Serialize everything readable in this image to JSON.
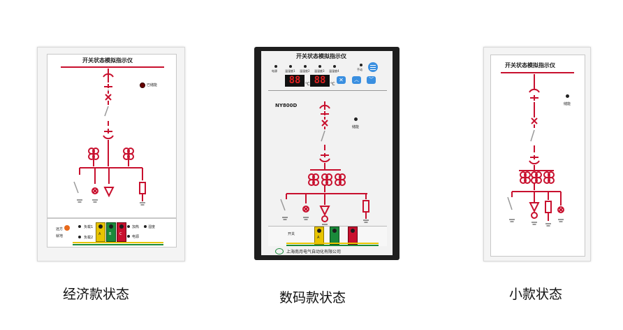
{
  "captions": {
    "economy": "经济款状态",
    "digital": "数码款状态",
    "small": "小款状态"
  },
  "device_title": "开关状态模拟指示仪",
  "economy": {
    "storage_label": "已储能",
    "remote_label": "远方",
    "local_label": "就地",
    "load1_label": "负载1",
    "load2_label": "负载2",
    "phase_a": "A",
    "phase_b": "B",
    "phase_c": "C",
    "heater_label": "加热",
    "power_label": "电源",
    "humidity_label": "湿度"
  },
  "digital": {
    "model": "NY800D",
    "storage_label": "储能",
    "indicator_labels": [
      "电源",
      "温湿度1",
      "温湿度2",
      "温湿度3",
      "温湿度4"
    ],
    "manual_label": "手动",
    "temp1": "88",
    "temp2": "88",
    "unit1": "℃",
    "unit2": "℃",
    "button_icons": [
      "wrench-icon",
      "up-arrow-icon",
      "down-arrow-icon"
    ],
    "switch_label": "开关",
    "phase_a": "A",
    "company": "上海南月电气自动化有限公司"
  },
  "small": {
    "storage_label": "储能"
  },
  "colors": {
    "accent_red": "#c8102e",
    "panel_gray": "#f0f0f0",
    "digital_frame": "#1e1e1e",
    "segment_red": "#e02020",
    "button_blue": "#3a8fe0"
  }
}
